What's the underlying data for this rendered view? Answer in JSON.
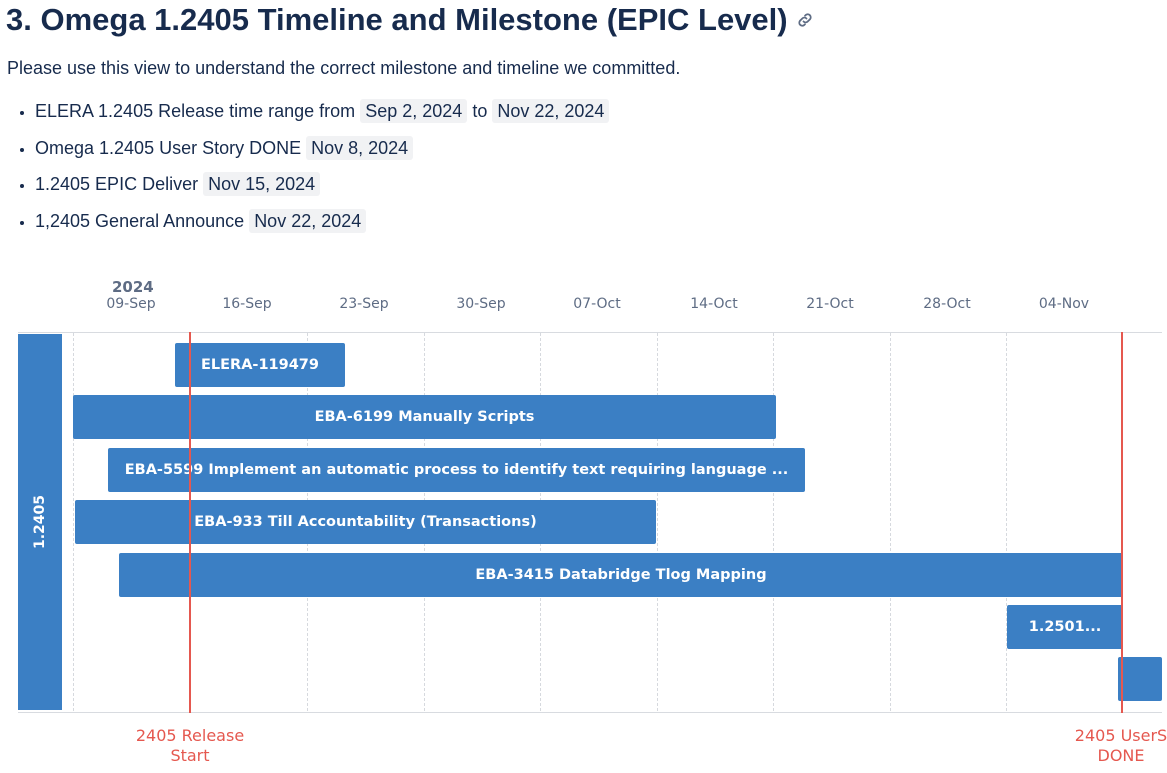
{
  "title": "3. Omega 1.2405 Timeline and Milestone (EPIC Level)",
  "intro": "Please use this view to understand the correct milestone and timeline we committed.",
  "milestones": [
    {
      "text": "ELERA 1.2405 Release time range from",
      "date1": "Sep 2, 2024",
      "connector": "to",
      "date2": "Nov 22, 2024"
    },
    {
      "text": "Omega 1.2405 User Story DONE",
      "date1": "Nov 8, 2024"
    },
    {
      "text": "1.2405 EPIC Deliver",
      "date1": "Nov 15, 2024"
    },
    {
      "text": "1,2405 General Announce",
      "date1": "Nov 22, 2024"
    }
  ],
  "timeline": {
    "year": "2024",
    "ticks": [
      "09-Sep",
      "16-Sep",
      "23-Sep",
      "30-Sep",
      "07-Oct",
      "14-Oct",
      "21-Oct",
      "28-Oct",
      "04-Nov"
    ],
    "group_label": "1.2405",
    "bars": [
      {
        "label": "ELERA-119479"
      },
      {
        "label": "EBA-6199 Manually Scripts"
      },
      {
        "label": "EBA-5599 Implement an automatic process to identify text requiring language ..."
      },
      {
        "label": "EBA-933 Till Accountability (Transactions)"
      },
      {
        "label": "EBA-3415 Databridge Tlog Mapping"
      },
      {
        "label": "1.2501..."
      },
      {
        "label": ""
      }
    ],
    "markers": [
      {
        "label": "2405 Release\nStart"
      },
      {
        "label": "2405 UserS\nDONE"
      }
    ],
    "colors": {
      "bar": "#3b7fc4",
      "marker": "#e5584f"
    }
  }
}
